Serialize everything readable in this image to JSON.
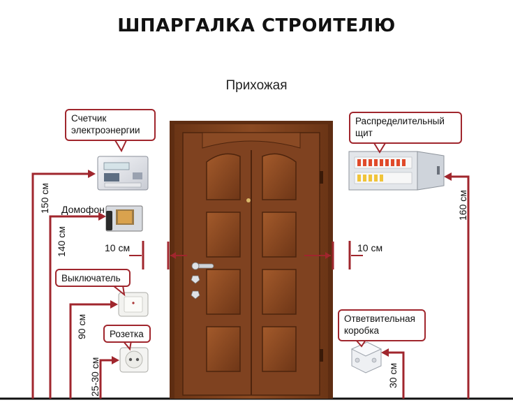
{
  "header": {
    "title": "ШПАРГАЛКА СТРОИТЕЛЮ",
    "subtitle": "Прихожая"
  },
  "callouts": {
    "meter": [
      "Счетчик",
      "электроэнергии"
    ],
    "switch": "Выключатель",
    "socket": "Розетка",
    "panel": [
      "Распределительный",
      "щит"
    ],
    "junction": [
      "Ответвительная",
      "коробка"
    ]
  },
  "labels": {
    "intercom": "Домофон",
    "gap_left": "10 см",
    "gap_right": "10 см"
  },
  "heights": {
    "meter": "150 см",
    "intercom": "140 см",
    "switch": "90 см",
    "socket": "25-30 см",
    "panel": "160 см",
    "junction": "30 см"
  },
  "colors": {
    "accent": "#a0262d",
    "door": "#7a3f1e",
    "floor": "#111111"
  }
}
